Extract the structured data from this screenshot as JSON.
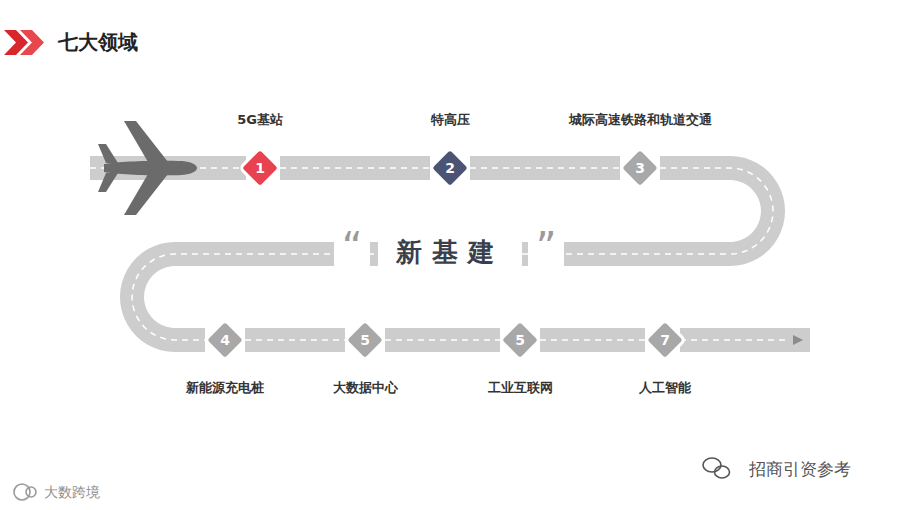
{
  "diagram": {
    "title": "七大领域",
    "nodes": [
      {
        "text": [
          "5G基站",
          "1"
        ]
      },
      {
        "text": [
          "特高压",
          "2"
        ]
      },
      {
        "text": [
          "城际高速铁路和轨道交通",
          "3"
        ]
      },
      {
        "text": [
          "新能源充电桩",
          "4"
        ]
      },
      {
        "text": [
          "大数据中心",
          "5"
        ]
      },
      {
        "text": [
          "工业互联网",
          "5"
        ]
      },
      {
        "text": [
          "人工智能",
          "7"
        ]
      }
    ],
    "edges": [
      {
        "from": 0,
        "to": 1,
        "arrow": "none"
      },
      {
        "from": 1,
        "to": 2,
        "arrow": "none"
      },
      {
        "from": 2,
        "to": 3,
        "arrow": "none"
      },
      {
        "from": 3,
        "to": 4,
        "arrow": "none"
      },
      {
        "from": 4,
        "to": 5,
        "arrow": "none"
      },
      {
        "from": 5,
        "to": 6,
        "arrow": "none"
      }
    ],
    "labels": [
      "“",
      "新基建",
      "”",
      "招商引资参考",
      "大数跨境"
    ]
  }
}
